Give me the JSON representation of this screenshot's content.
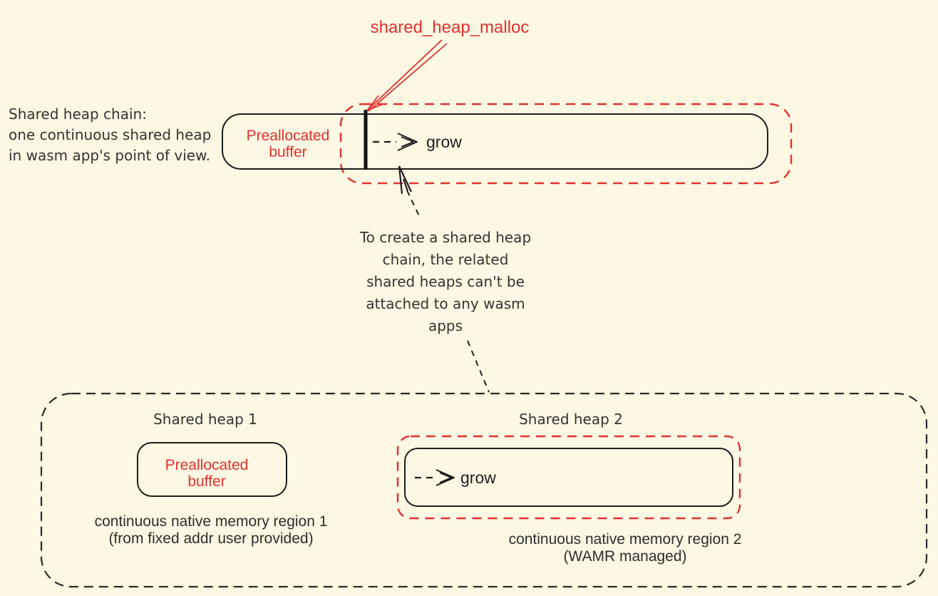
{
  "colors": {
    "background": "#fdf8e3",
    "accent_red": "#e03131",
    "ink": "#1e1e1e"
  },
  "top": {
    "malloc_label": "shared_heap_malloc",
    "caption_lines": [
      "Shared heap chain:",
      "one continuous shared heap",
      "in wasm app's point of view."
    ],
    "preallocated_label": "Preallocated buffer",
    "grow_label": "grow"
  },
  "note": {
    "lines": [
      "To create a shared heap",
      "chain, the related",
      "shared heaps can't be",
      "attached to any wasm",
      "apps"
    ]
  },
  "bottom": {
    "heap1": {
      "title": "Shared heap 1",
      "preallocated_label": "Preallocated buffer",
      "caption_lines": [
        "continuous native memory region 1",
        "(from fixed addr user provided)"
      ]
    },
    "heap2": {
      "title": "Shared heap 2",
      "grow_label": "grow",
      "caption_lines": [
        "continuous native memory region 2",
        "(WAMR managed)"
      ]
    }
  }
}
